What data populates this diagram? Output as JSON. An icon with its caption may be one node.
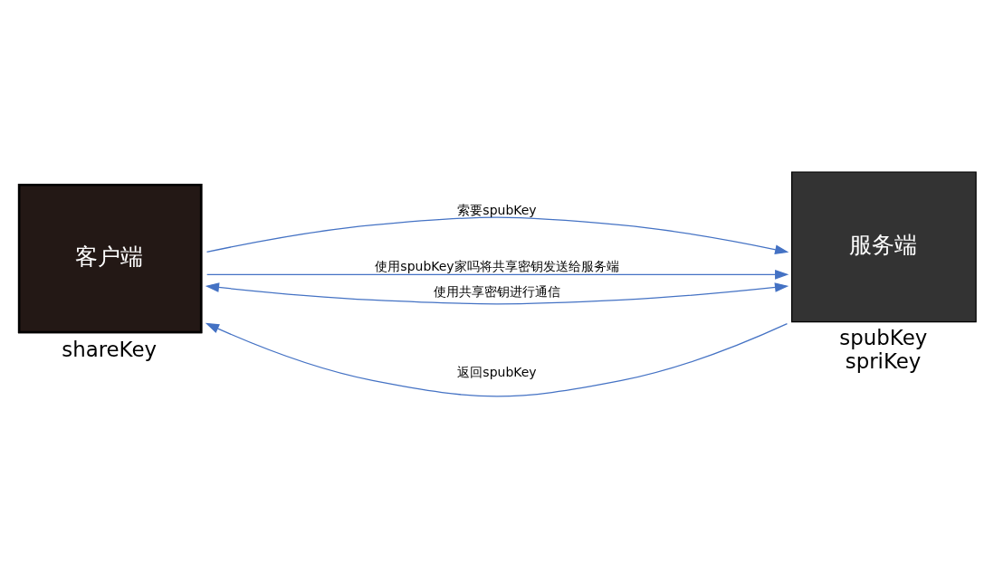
{
  "diagram": {
    "nodes": [
      {
        "text": [
          "客户端"
        ],
        "beside": [
          "shareKey"
        ]
      },
      {
        "text": [
          "服务端"
        ],
        "beside": [
          "spubKey",
          "spriKey"
        ]
      }
    ],
    "edges": [
      {
        "from": 0,
        "to": 1,
        "arrow": "to",
        "label": "索要spubKey"
      },
      {
        "from": 1,
        "to": 0,
        "arrow": "to",
        "label": "返回spubKey"
      },
      {
        "from": 0,
        "to": 1,
        "arrow": "to",
        "label": "使用spubKey家吗将共享密钥发送给服务端"
      },
      {
        "from": 0,
        "to": 1,
        "arrow": "both",
        "label": "使用共享密钥进行通信"
      }
    ]
  }
}
